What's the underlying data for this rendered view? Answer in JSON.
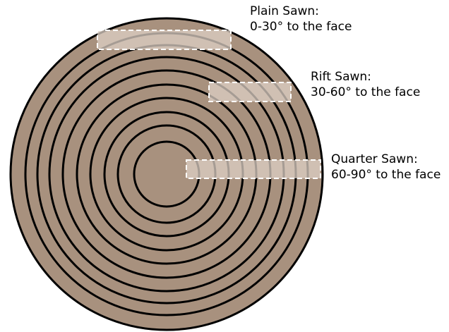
{
  "colors": {
    "wood": "#a8917e",
    "ring": "#000000",
    "board_fill": "#ddd0c6",
    "board_border": "#ffffff"
  },
  "cuts": {
    "plain": {
      "name": "Plain Sawn:",
      "angle": "0-30° to the face"
    },
    "rift": {
      "name": "Rift Sawn:",
      "angle": "30-60° to the face"
    },
    "quarter": {
      "name": "Quarter Sawn:",
      "angle": "60-90° to the face"
    }
  }
}
